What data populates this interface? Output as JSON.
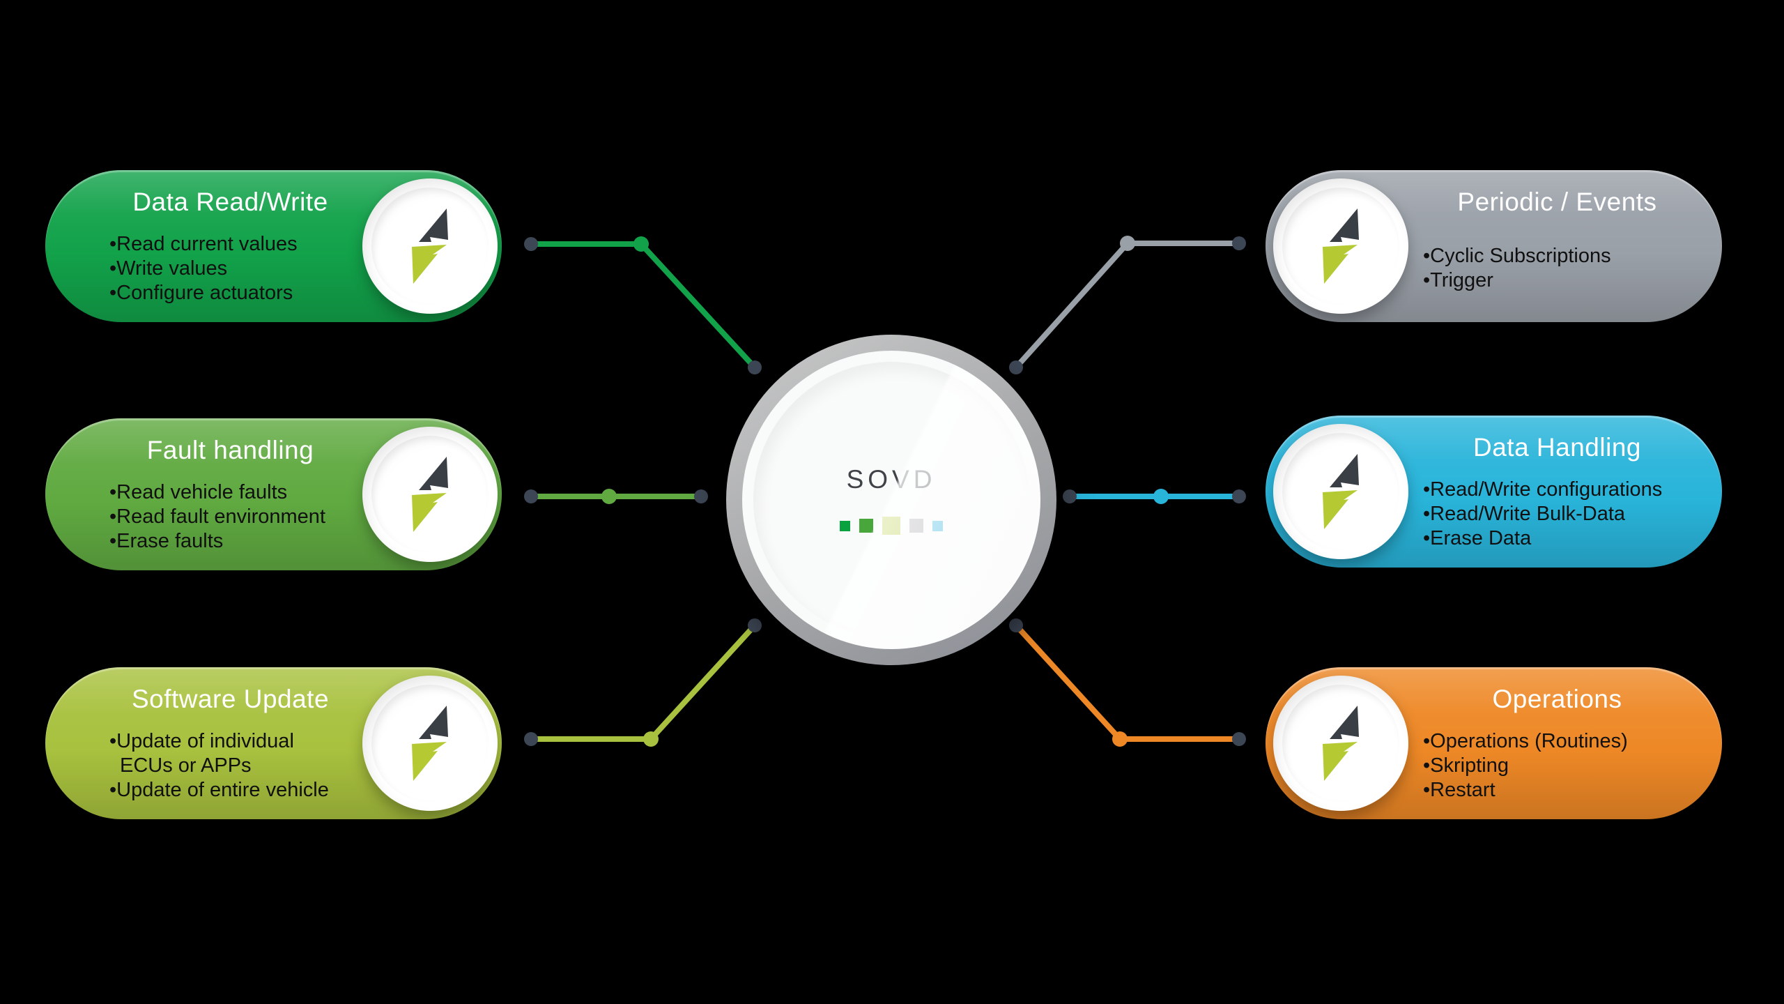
{
  "center": {
    "title": "SOVD",
    "title_color": "#3f4347",
    "ring_color": "#a5a6a8",
    "face_color": "#f9fafa",
    "squares": [
      {
        "name": "green-square",
        "color": "#0aa23e"
      },
      {
        "name": "mid-green-square",
        "color": "#48a63a"
      },
      {
        "name": "yellow-green-square",
        "color": "#b2c72f"
      },
      {
        "name": "gray-square",
        "color": "#a7a7ad"
      },
      {
        "name": "cyan-square",
        "color": "#3bb6e0"
      }
    ]
  },
  "cards": [
    {
      "title": "Data Read/Write",
      "accent": "#12a24a",
      "items": [
        "Read current values",
        "Write values",
        "Configure actuators"
      ]
    },
    {
      "title": "Fault handling",
      "accent": "#60aa41",
      "items": [
        "Read vehicle faults",
        "Read fault environment",
        "Erase faults"
      ]
    },
    {
      "title": "Software Update",
      "accent": "#a8c13e",
      "items": [
        "Update of individual ECUs or APPs",
        "Update of entire vehicle"
      ]
    },
    {
      "title": "Periodic / Events",
      "accent": "#9aa0a8",
      "items": [
        "Cyclic Subscriptions",
        "Trigger"
      ]
    },
    {
      "title": "Data Handling",
      "accent": "#29b4da",
      "items": [
        "Read/Write configurations",
        "Read/Write Bulk-Data",
        "Erase Data"
      ]
    },
    {
      "title": "Operations",
      "accent": "#ee8826",
      "items": [
        "Operations (Routines)",
        "Skripting",
        "Restart"
      ]
    }
  ],
  "icon": {
    "bolt_top_color": "#3a3f45",
    "bolt_bottom_color": "#b5c933"
  },
  "colors": {
    "background": "#000000",
    "connector_node": "#3d4654",
    "bullet_text": "#101010",
    "card_title_text": "#ffffff"
  }
}
